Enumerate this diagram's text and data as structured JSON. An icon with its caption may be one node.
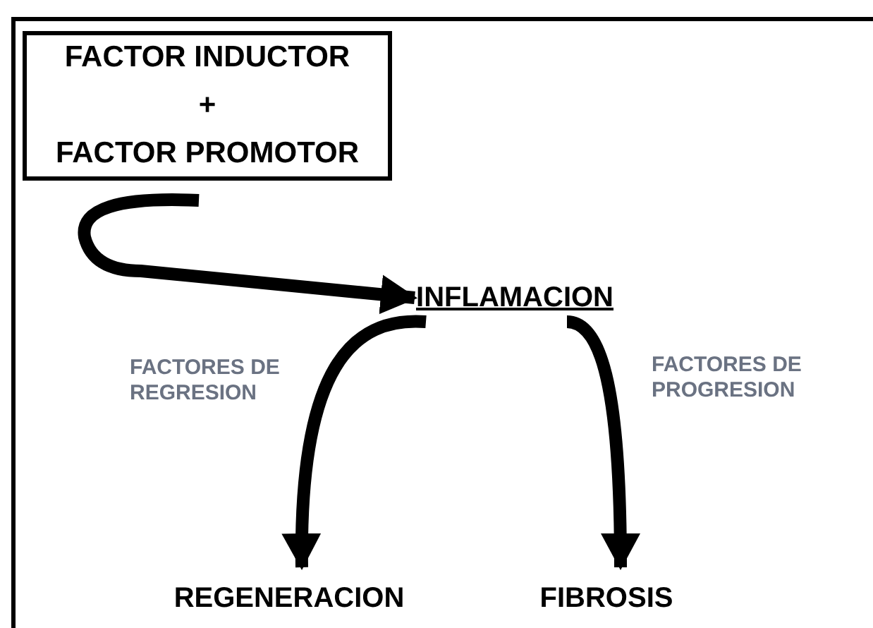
{
  "diagram": {
    "nodes": [
      {
        "text": [
          "FACTOR INDUCTOR",
          "+",
          "FACTOR PROMOTOR"
        ]
      },
      {
        "text": [
          "INFLAMACION"
        ]
      },
      {
        "text": [
          "REGENERACION"
        ]
      },
      {
        "text": [
          "FIBROSIS"
        ]
      }
    ],
    "edges": [
      {
        "from": 0,
        "to": 1,
        "arrow": "to"
      },
      {
        "from": 1,
        "to": 2,
        "arrow": "to",
        "label": "FACTORES DE REGRESION"
      },
      {
        "from": 1,
        "to": 3,
        "arrow": "to",
        "label": "FACTORES DE PROGRESION"
      }
    ]
  }
}
